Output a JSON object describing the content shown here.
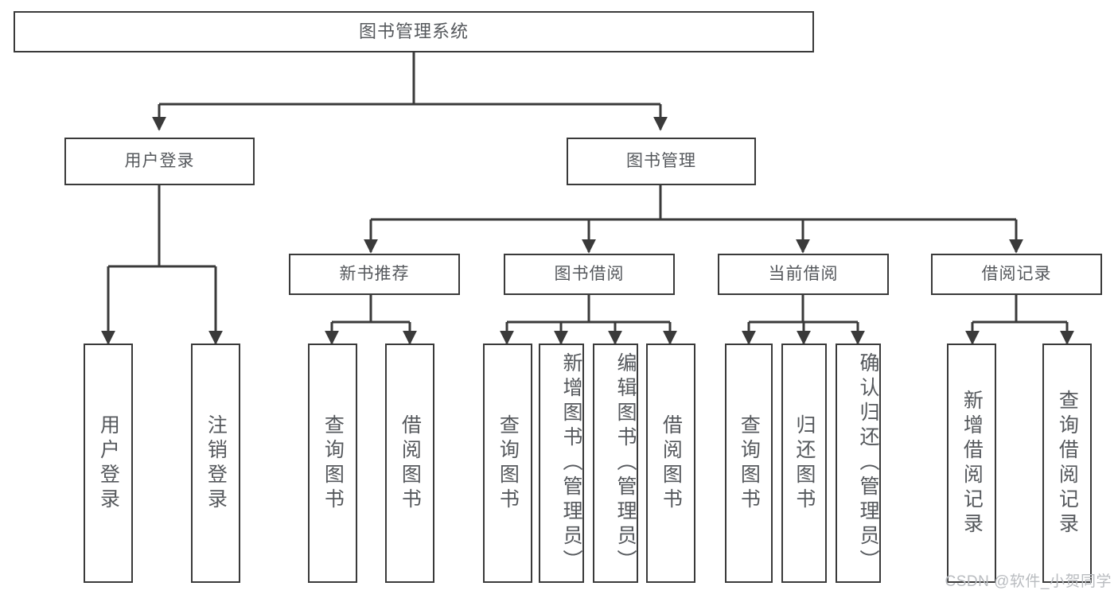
{
  "diagram": {
    "title": "图书管理系统",
    "type": "tree-hierarchy-chart",
    "root": {
      "id": "root",
      "label": "图书管理系统"
    },
    "level1": [
      {
        "id": "user-login",
        "label": "用户登录"
      },
      {
        "id": "book-manage",
        "label": "图书管理"
      }
    ],
    "level2": [
      {
        "id": "new-book-rec",
        "label": "新书推荐"
      },
      {
        "id": "book-borrow",
        "label": "图书借阅"
      },
      {
        "id": "current-borrow",
        "label": "当前借阅"
      },
      {
        "id": "borrow-record",
        "label": "借阅记录"
      }
    ],
    "leaves": {
      "user_login": [
        {
          "id": "leaf-user-login",
          "label": "用户登录"
        },
        {
          "id": "leaf-logout",
          "label": "注销登录"
        }
      ],
      "new_book_rec": [
        {
          "id": "leaf-query-book-1",
          "label": "查询图书"
        },
        {
          "id": "leaf-borrow-book-1",
          "label": "借阅图书"
        }
      ],
      "book_borrow": [
        {
          "id": "leaf-query-book-2",
          "label": "查询图书"
        },
        {
          "id": "leaf-add-book",
          "label": "新增图书（管理员）"
        },
        {
          "id": "leaf-edit-book",
          "label": "编辑图书（管理员）"
        },
        {
          "id": "leaf-borrow-book-2",
          "label": "借阅图书"
        }
      ],
      "current_borrow": [
        {
          "id": "leaf-query-book-3",
          "label": "查询图书"
        },
        {
          "id": "leaf-return-book",
          "label": "归还图书"
        },
        {
          "id": "leaf-confirm-return",
          "label": "确认归还（管理员）"
        }
      ],
      "borrow_record": [
        {
          "id": "leaf-add-record",
          "label": "新增借阅记录"
        },
        {
          "id": "leaf-query-record",
          "label": "查询借阅记录"
        }
      ]
    }
  },
  "watermark": {
    "text": "CSDN @软件_小贺同学"
  },
  "colors": {
    "border": "#3a3a3a",
    "text": "#55585c",
    "background": "#ffffff",
    "watermark": "#b9bcc0"
  }
}
